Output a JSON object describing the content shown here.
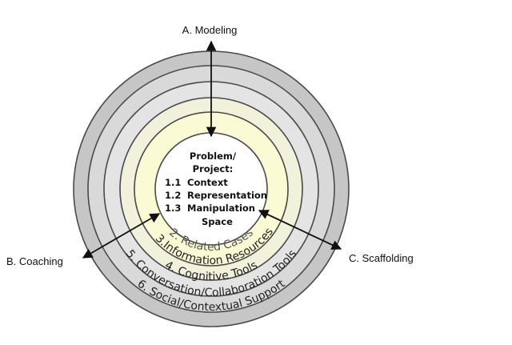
{
  "labels": {
    "modeling": "A. Modeling",
    "coaching": "B. Coaching",
    "scaffolding": "C. Scaffolding"
  },
  "core": {
    "line1": "Problem/",
    "line2": "Project:",
    "item1_num": "1.1",
    "item1_text": "Context",
    "item2_num": "1.2",
    "item2_text": "Representation",
    "item3_num": "1.3",
    "item3_text": "Manipulation",
    "line6": "Space"
  },
  "rings": [
    {
      "label": "2. Related Cases",
      "color": "#fafbd4"
    },
    {
      "label": "3.Information Resources",
      "color": "#f1f1dc"
    },
    {
      "label": "4. Cognitive Tools",
      "color": "#e4e4e4"
    },
    {
      "label": "5. Conversation/Collaboration Tools",
      "color": "#d9d9d9"
    },
    {
      "label": "6. Social/Contextual Support",
      "color": "#c6c6c6"
    }
  ]
}
